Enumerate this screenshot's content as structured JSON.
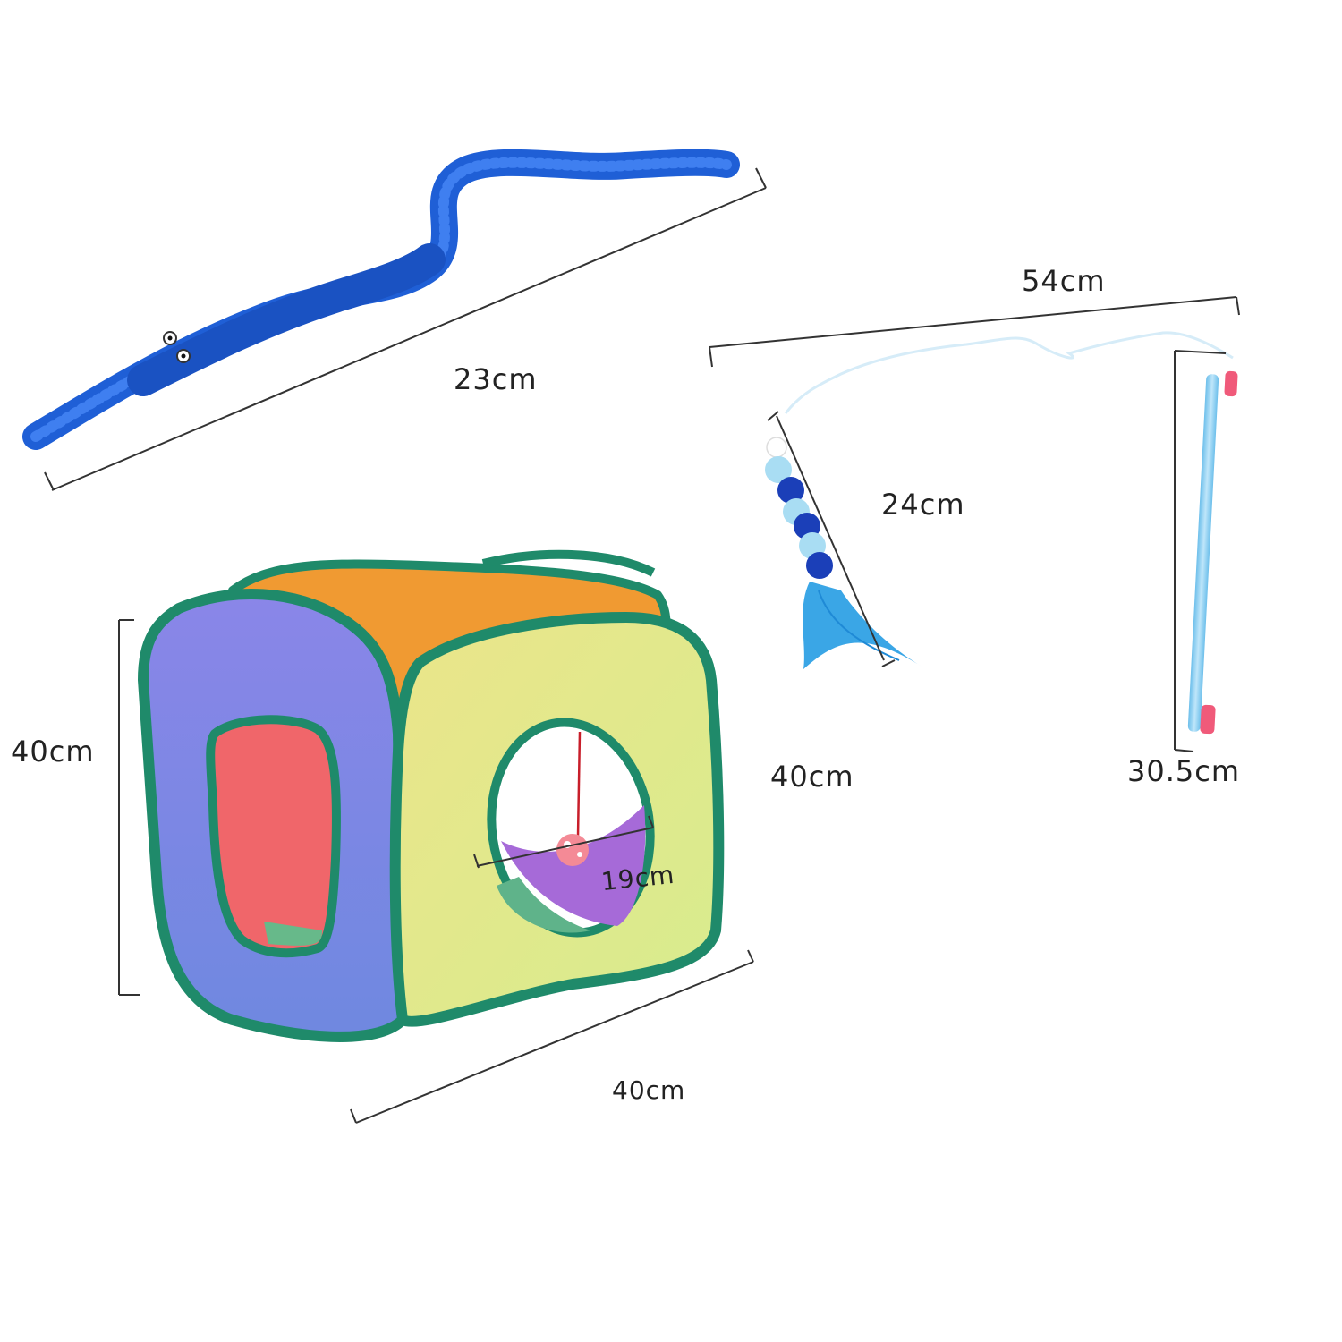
{
  "labels": {
    "worm_length": "23cm",
    "wand_span": "54cm",
    "feather_length": "24cm",
    "stick_length": "30.5cm",
    "cube_height": "40cm",
    "cube_depth": "40cm",
    "cube_width": "40cm",
    "hole_diameter": "19cm"
  },
  "items": [
    {
      "name": "fuzzy worm toy",
      "icon": "worm-icon",
      "color": "#1f5fd6"
    },
    {
      "name": "feather wand toy",
      "icon": "feather-wand-icon",
      "color": "#3aa6e6"
    },
    {
      "name": "pop-up cat cube tunnel",
      "icon": "cube-tent-icon"
    }
  ],
  "colors": {
    "worm_blue": "#1f5fd6",
    "tent_trim": "#1f8a6a",
    "tent_purple": "#7f84e6",
    "tent_yellow": "#e4ea8c",
    "tent_orange": "#f09a32",
    "tent_red": "#f0666a",
    "stick_blue": "#8fd0f3",
    "measure_line": "#333333"
  }
}
